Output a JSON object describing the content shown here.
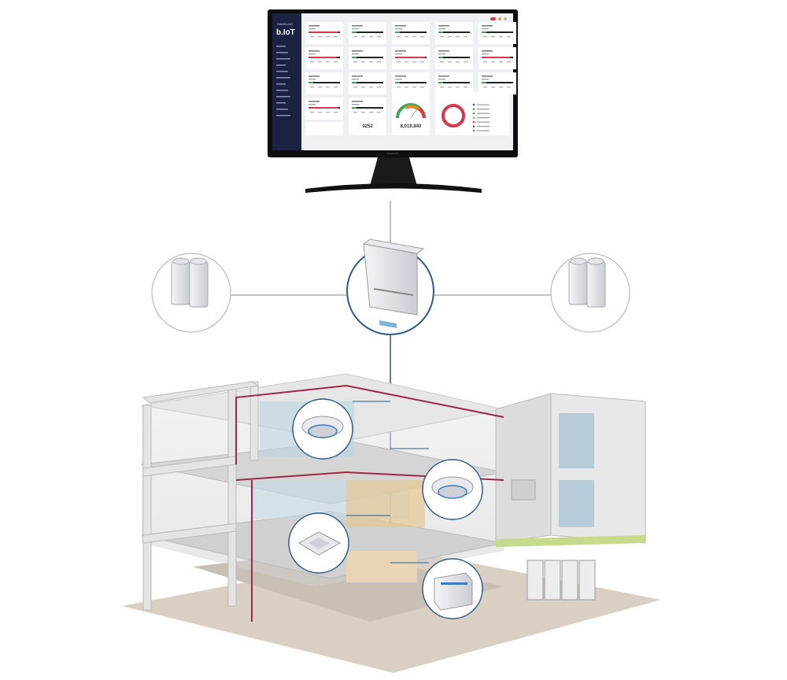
{
  "monitor": {
    "brand_small": "SAMSUNG",
    "app_name": "b.IoT",
    "bezel_logo": "SAMSUNG",
    "energy_value": "8,019,840",
    "count_value": "0252",
    "card_rows": 3,
    "card_cols": 5,
    "card_bar_fractions": [
      0.95,
      0.1,
      0.1,
      0.0,
      0.1,
      0.9,
      0.1,
      0.95,
      0.1,
      0.9,
      0.15,
      0.15,
      0.1,
      0.1,
      0.1
    ],
    "gauge_fraction": 0.7
  },
  "colors": {
    "sidebar": "#1b2140",
    "accent_red": "#d9364b",
    "accent_green": "#3aa655",
    "line_blue": "#2f5a8c",
    "pipe": "#9b2a4a"
  }
}
